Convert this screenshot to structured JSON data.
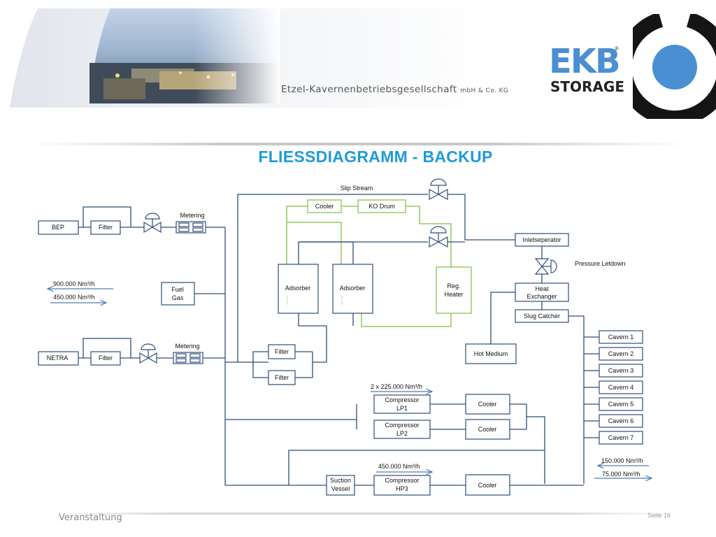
{
  "header": {
    "company_name": "Etzel-Kavernenbetriebsgesellschaft",
    "company_suffix": "mbH & Co. KG",
    "logo_line1": "EKB",
    "logo_line2": "STORAGE",
    "logo_mark": "®"
  },
  "title": "FLIESSDIAGRAMM - BACKUP",
  "diagram": {
    "lines": {
      "slip_stream": "Slip Stream",
      "pressure_letdown": "Pressure Letdown"
    },
    "boxes": {
      "bep": "BEP",
      "filter_top": "Filter",
      "netra": "NETRA",
      "filter_bottom": "Filter",
      "fuel_gas_1": "Fuel",
      "fuel_gas_2": "Gas",
      "cooler_top": "Cooler",
      "ko_drum": "KO Drum",
      "adsorber_1": "Adsorber",
      "adsorber_2": "Adsorber",
      "reg_heater_1": "Reg.",
      "reg_heater_2": "Heater",
      "inletseperator": "Inletseperator",
      "heat_exchanger_1": "Heat",
      "heat_exchanger_2": "Exchanger",
      "slug_catcher": "Slug Catcher",
      "hot_medium": "Hot Medium",
      "filter_mid_1": "Filter",
      "filter_mid_2": "Filter",
      "comp_lp1_1": "Compressor",
      "comp_lp1_2": "LP1",
      "comp_lp2_1": "Compressor",
      "comp_lp2_2": "LP2",
      "cooler_lp1": "Cooler",
      "cooler_lp2": "Cooler",
      "suction_1": "Suction",
      "suction_2": "Vessel",
      "comp_hp3_1": "Compressor",
      "comp_hp3_2": "HP3",
      "cooler_hp3": "Cooler"
    },
    "metering_top": "Metering",
    "metering_bottom": "Metering",
    "caverns": [
      "Cavern 1",
      "Cavern 2",
      "Cavern 3",
      "Cavern 4",
      "Cavern 5",
      "Cavern 6",
      "Cavern 7"
    ],
    "flows": {
      "left_out": "900.000 Nm³/h",
      "left_in": "450.000 Nm³/h",
      "lp": "2 x 225.000 Nm³/h",
      "hp": "450.000 Nm³/h",
      "cavern_out": "150.000 Nm³/h",
      "cavern_in": "75.000 Nm³/h"
    }
  },
  "footer": {
    "event": "Veranstaltung",
    "page": "Seite 16"
  },
  "colors": {
    "title": "#1f9bd7",
    "process_line": "#2e4d78",
    "regen_line": "#7fbf3f",
    "logo_blue": "#4a8fd1"
  }
}
